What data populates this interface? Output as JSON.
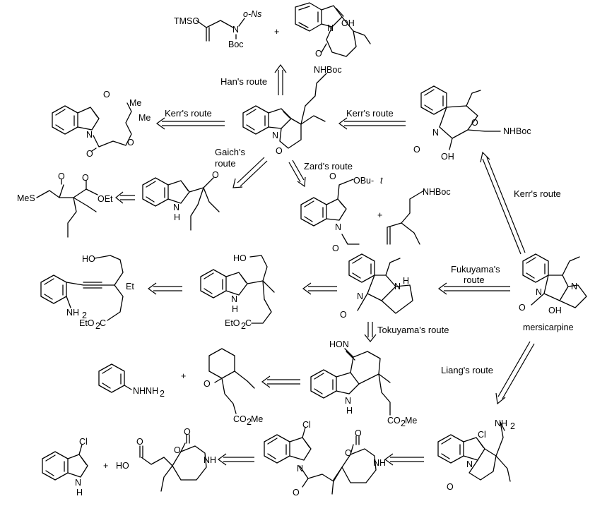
{
  "routes": {
    "han": "Han's route",
    "kerr_left": "Kerr's route",
    "kerr_right": "Kerr's route",
    "gaich_line1": "Gaich's",
    "gaich_line2": "route",
    "zard": "Zard's route",
    "kerr_diag": "Kerr's route",
    "fukuyama_line1": "Fukuyama's",
    "fukuyama_line2": "route",
    "tokuyama": "Tokuyama's route",
    "liang": "Liang's route"
  },
  "labels": {
    "tmso": "TMSO",
    "ons": "o-Ns",
    "n_top": "N",
    "boc": "Boc",
    "plus1": "+",
    "oh_top": "OH",
    "n_top2": "N",
    "o_top2": "O",
    "nhboc_center": "NHBoc",
    "n_center": "N",
    "o_center": "O",
    "o_diketone1": "O",
    "me1": "Me",
    "o_diketone2": "O",
    "me2": "Me",
    "n_diketone": "N",
    "o_diketone3": "O",
    "n_rt": "N",
    "o_rt1": "O",
    "o_rt2": "O",
    "oh_rt": "OH",
    "nhboc_rt": "NHBoc",
    "mes": "MeS",
    "o_ket1": "O",
    "o_ket2": "O",
    "oet": "OEt",
    "n_gaich": "N",
    "h_gaich": "H",
    "o_gaich": "O",
    "oBu": "OBu-",
    "tBu": "t",
    "o_zard": "O",
    "n_zard": "N",
    "o_zard2": "O",
    "plus2": "+",
    "nhboc_zard": "NHBoc",
    "ho_left": "HO",
    "et": "Et",
    "nh2_left": "NH",
    "nh2_sub": "2",
    "eto2c_left": "EtO",
    "eto2c_sub": "2",
    "eto2c_c": "C",
    "ho_mid": "HO",
    "n_mid": "N",
    "h_mid": "H",
    "eto2c_mid": "EtO",
    "eto2c_mid_sub": "2",
    "eto2c_mid_c": "C",
    "n_cage1": "N",
    "n_cage2": "N",
    "h_cage": "H",
    "o_cage": "O",
    "n_mers1": "N",
    "n_mers2": "N",
    "o_mers": "O",
    "oh_mers": "OH",
    "mersicarpine": "mersicarpine",
    "nhnh2": "NHNH",
    "nhnh2_sub": "2",
    "plus3": "+",
    "o_cyclo": "O",
    "co2me_cyclo": "CO",
    "co2me_cyclo_sub": "2",
    "co2me_cyclo_me": "Me",
    "hon": "HON",
    "n_oxime": "N",
    "h_oxime": "H",
    "co2me_oxime": "CO",
    "co2me_oxime_sub": "2",
    "co2me_oxime_me": "Me",
    "nh2_br": "NH",
    "nh2_br_sub": "2",
    "cl_br": "Cl",
    "n_br": "N",
    "o_br": "O",
    "cl_bl": "Cl",
    "n_bl": "N",
    "h_bl": "H",
    "plus4": "+",
    "o_acid1": "O",
    "ho_acid": "HO",
    "o_acid2": "O",
    "o_acid3": "O",
    "nh_acid": "NH",
    "cl_bm": "Cl",
    "n_bm": "N",
    "o_bm1": "O",
    "o_bm2": "O",
    "o_bm3": "O",
    "nh_bm": "NH"
  }
}
